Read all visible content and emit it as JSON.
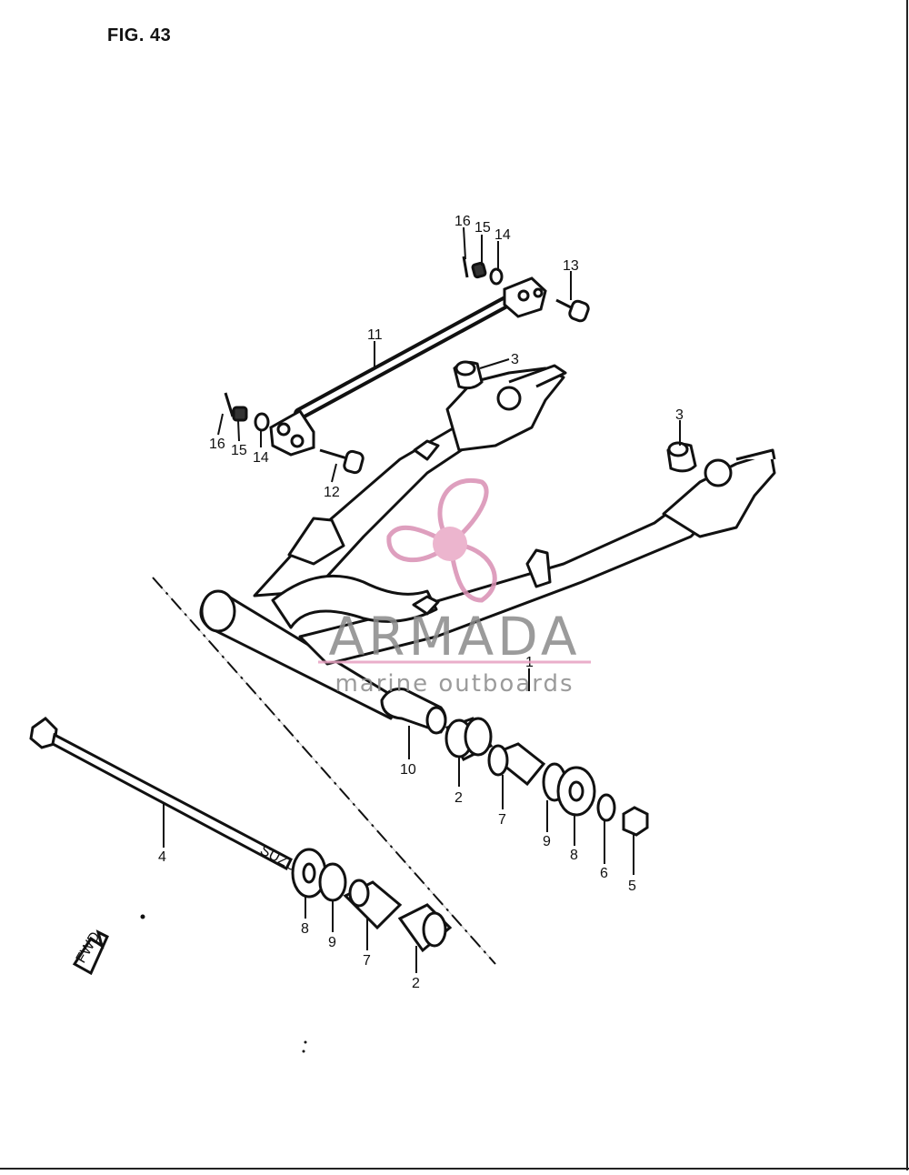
{
  "figure": {
    "title": "FIG. 43"
  },
  "callouts": {
    "c16a": "16",
    "c15a": "15",
    "c14a": "14",
    "c13": "13",
    "c11": "11",
    "c3a": "3",
    "c3b": "3",
    "c16b": "16",
    "c15b": "15",
    "c14b": "14",
    "c12": "12",
    "c1": "1",
    "c10": "10",
    "c2a": "2",
    "c7a": "7",
    "c9a": "9",
    "c8a": "8",
    "c6": "6",
    "c5": "5",
    "c4": "4",
    "c8b": "8",
    "c9b": "9",
    "c7b": "7",
    "c2b": "2"
  },
  "arrow": {
    "label": "FWD"
  },
  "axle": {
    "mark": "SUZUKI"
  },
  "watermark": {
    "brand": "ARMADA",
    "tagline": "marine outboards",
    "colors": {
      "logo": "#e9a9c6",
      "logo_dark": "#d98fb3",
      "text": "#8a8a8a",
      "rule": "#e7a1c1"
    }
  }
}
